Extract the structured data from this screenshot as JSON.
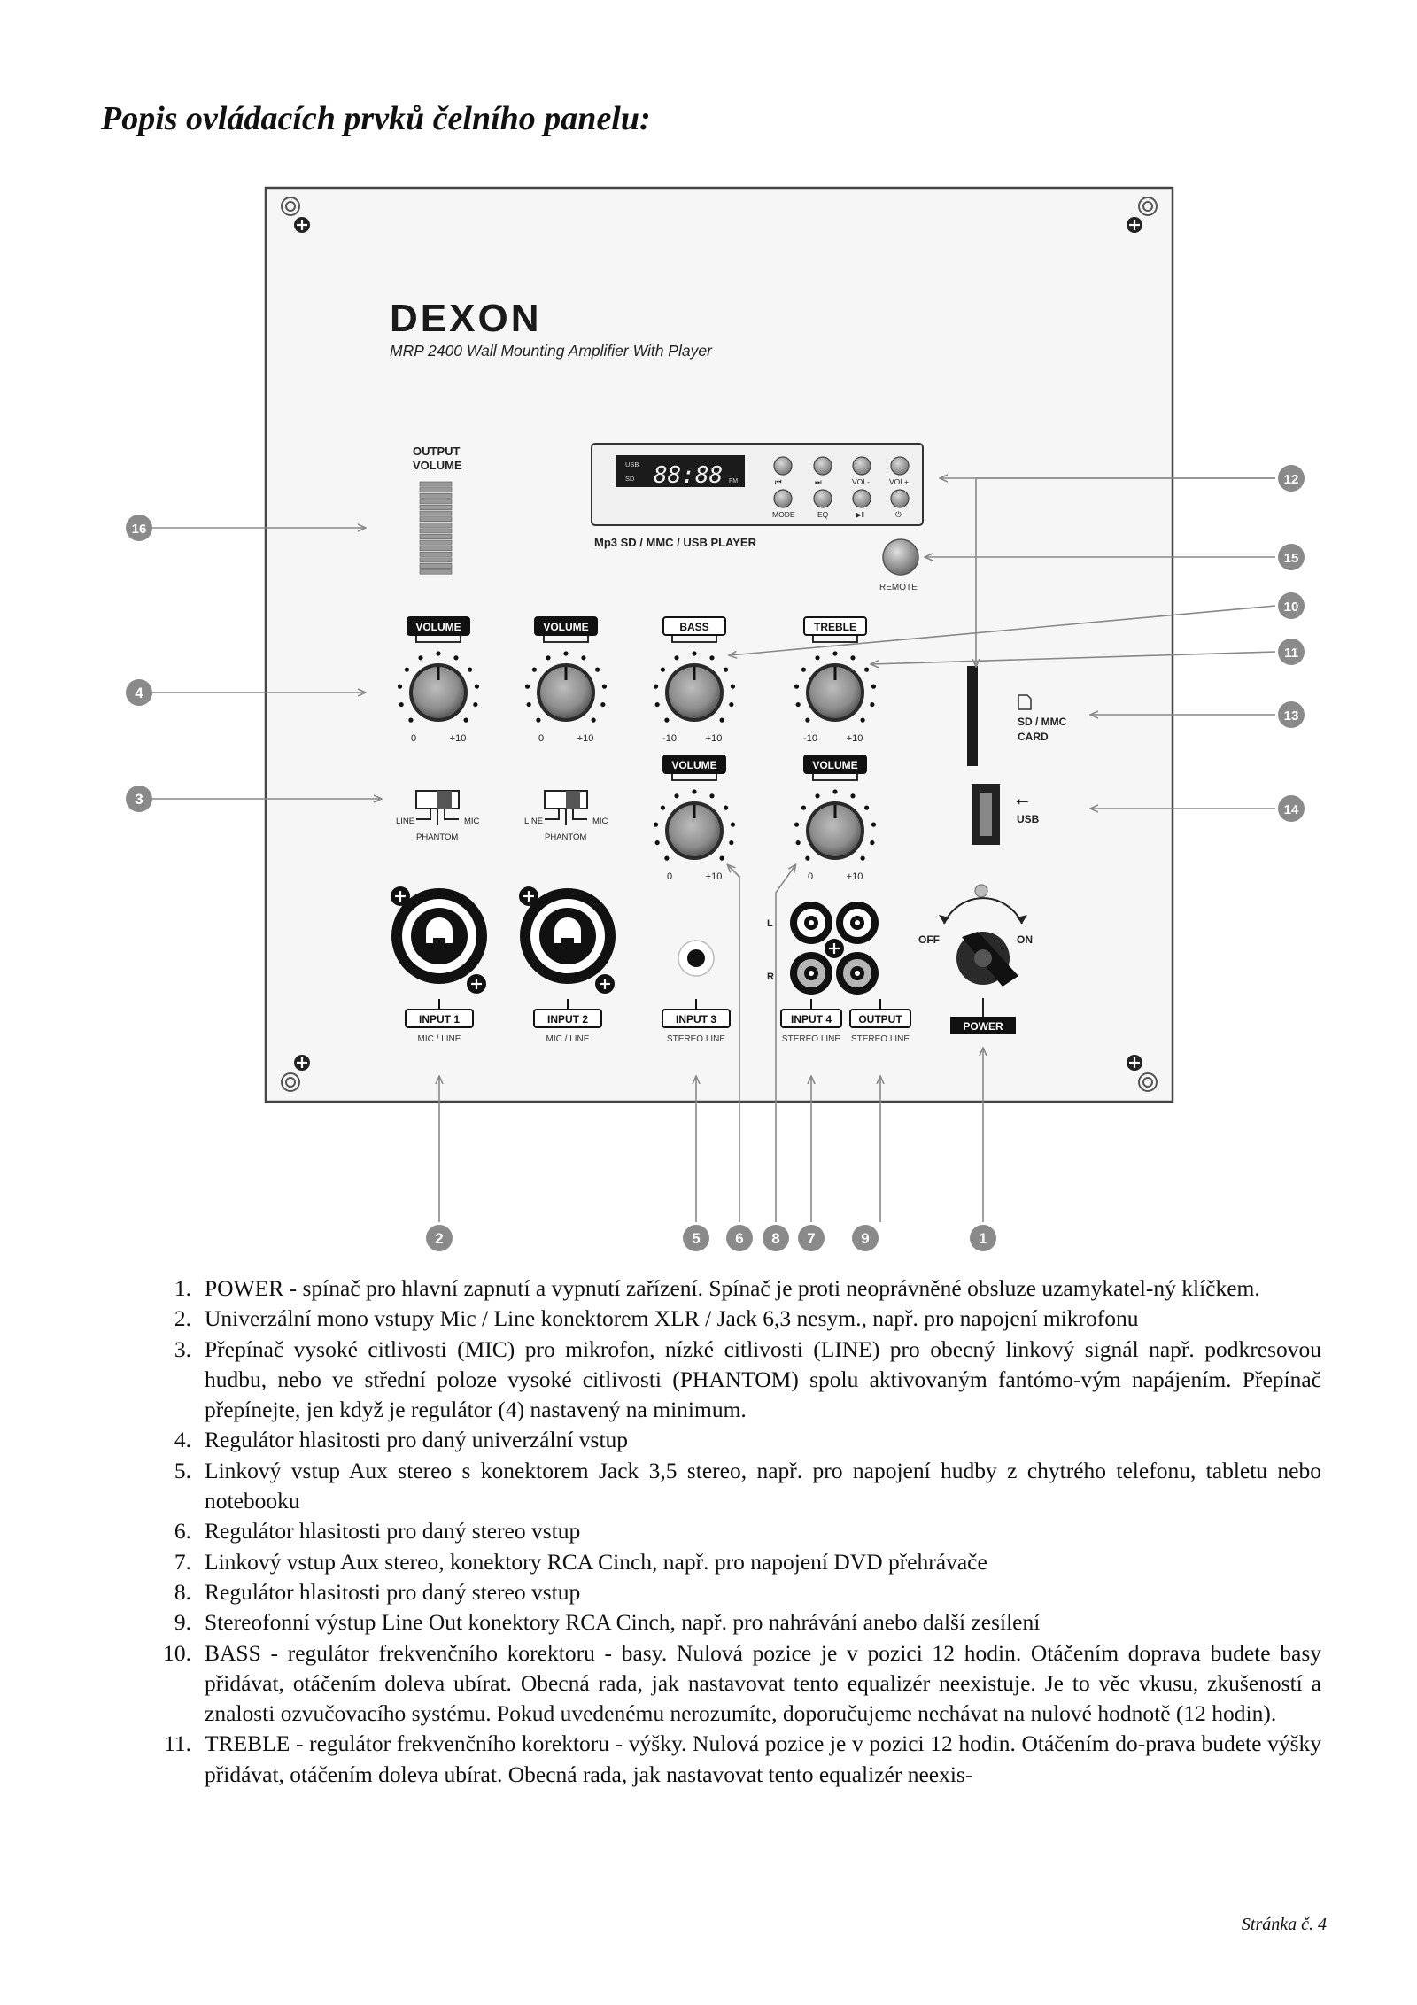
{
  "heading": "Popis ovládacích prvků čelního panelu:",
  "panel": {
    "brand": "DEXON",
    "model": "MRP 2400 Wall Mounting Amplifier With Player",
    "output_volume": [
      "OUTPUT",
      "VOLUME"
    ],
    "player": {
      "display": "88:88",
      "display_fm": "FM",
      "display_usb": "USB",
      "display_sd": "SD",
      "button_labels": [
        "MODE",
        "EQ",
        "VOL-",
        "VOL+"
      ],
      "title": "Mp3 SD / MMC / USB PLAYER"
    },
    "remote": "REMOTE",
    "knob_labels": {
      "volume": "VOLUME",
      "bass": "BASS",
      "treble": "TREBLE",
      "scale_volume": [
        "0",
        "+10"
      ],
      "scale_tone": [
        "-10",
        "+10"
      ]
    },
    "switch_labels": {
      "line": "LINE",
      "mic": "MIC",
      "phantom": "PHANTOM"
    },
    "sd_card": [
      "SD / MMC",
      "CARD"
    ],
    "usb": "USB",
    "rca_l": "L",
    "rca_r": "R",
    "power_off": "OFF",
    "power_on": "ON",
    "power": "POWER",
    "inputs": [
      {
        "label": "INPUT 1",
        "sub": "MIC / LINE"
      },
      {
        "label": "INPUT 2",
        "sub": "MIC / LINE"
      },
      {
        "label": "INPUT 3",
        "sub": "STEREO LINE"
      },
      {
        "label": "INPUT 4",
        "sub": "STEREO LINE"
      },
      {
        "label": "OUTPUT",
        "sub": "STEREO LINE"
      }
    ],
    "callouts": {
      "c1": "1",
      "c2": "2",
      "c3": "3",
      "c4": "4",
      "c5": "5",
      "c6": "6",
      "c7": "7",
      "c8": "8",
      "c9": "9",
      "c10": "10",
      "c11": "11",
      "c12": "12",
      "c13": "13",
      "c14": "14",
      "c15": "15",
      "c16": "16"
    }
  },
  "items": [
    {
      "num": "1.",
      "text": "POWER - spínač pro hlavní zapnutí a vypnutí zařízení. Spínač je proti neoprávněné obsluze uzamykatel-ný klíčkem."
    },
    {
      "num": "2.",
      "text": "Univerzální mono vstupy Mic / Line konektorem XLR / Jack 6,3 nesym., např. pro napojení mikrofonu"
    },
    {
      "num": "3.",
      "text": "Přepínač vysoké citlivosti (MIC) pro mikrofon, nízké citlivosti (LINE) pro obecný linkový signál např. podkresovou hudbu, nebo ve střední poloze vysoké citlivosti (PHANTOM) spolu aktivovaným fantómo-vým napájením. Přepínač přepínejte, jen když je regulátor (4) nastavený na minimum."
    },
    {
      "num": "4.",
      "text": "Regulátor hlasitosti pro daný univerzální vstup"
    },
    {
      "num": "5.",
      "text": "Linkový vstup Aux stereo s konektorem Jack 3,5 stereo, např. pro napojení hudby z chytrého telefonu, tabletu nebo notebooku"
    },
    {
      "num": "6.",
      "text": "Regulátor hlasitosti pro daný stereo vstup"
    },
    {
      "num": "7.",
      "text": "Linkový vstup Aux stereo, konektory RCA Cinch, např. pro napojení DVD přehrávače"
    },
    {
      "num": "8.",
      "text": "Regulátor hlasitosti pro daný stereo vstup"
    },
    {
      "num": "9.",
      "text": "Stereofonní výstup Line Out konektory RCA Cinch, např. pro nahrávání anebo další zesílení"
    },
    {
      "num": "10.",
      "text": "BASS - regulátor frekvenčního korektoru - basy. Nulová pozice je v pozici 12 hodin. Otáčením doprava budete basy přidávat, otáčením doleva ubírat. Obecná rada, jak nastavovat tento equalizér neexistuje. Je to věc vkusu, zkušeností a znalosti ozvučovacího systému. Pokud uvedenému nerozumíte, doporučujeme nechávat na nulové hodnotě (12 hodin)."
    },
    {
      "num": "11.",
      "text": "TREBLE - regulátor frekvenčního korektoru - výšky. Nulová pozice je v pozici 12 hodin. Otáčením do-prava budete výšky přidávat, otáčením doleva ubírat. Obecná rada, jak nastavovat tento equalizér neexis-"
    }
  ],
  "page_number": "Stránka č. 4"
}
